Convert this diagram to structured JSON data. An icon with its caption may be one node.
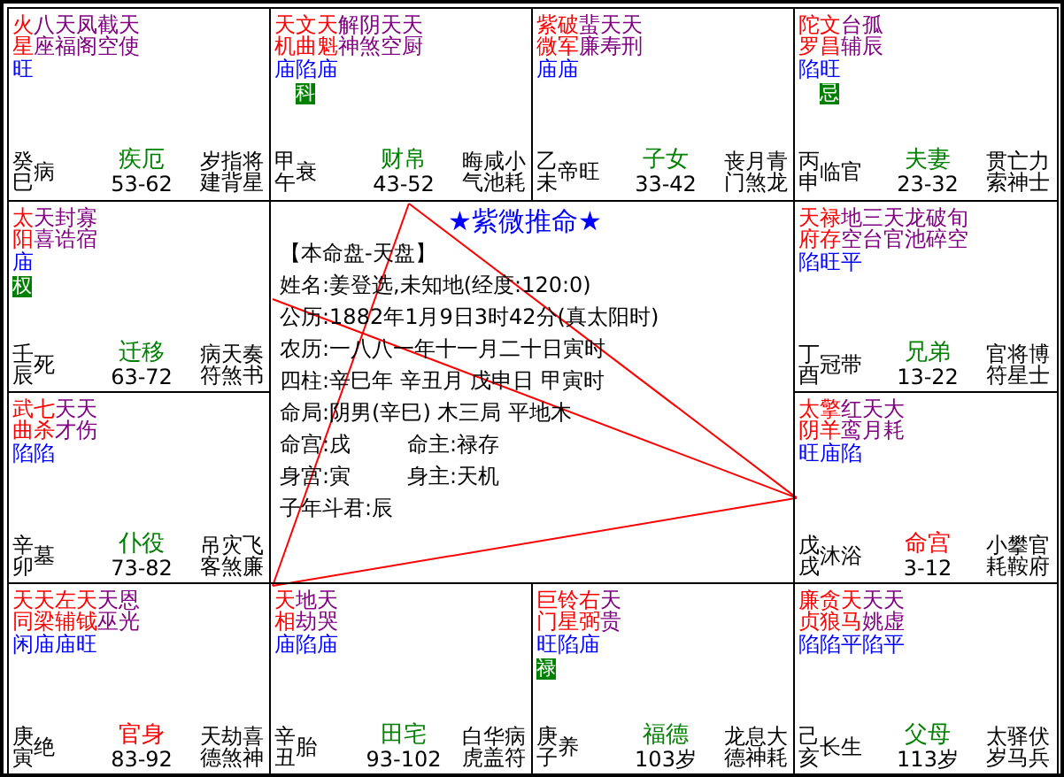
{
  "diagram": {
    "title": "★紫微推命★",
    "nodes": [
      {
        "text": [
          "火星",
          "八座",
          "天福",
          "凤阁",
          "截空",
          "天使",
          "旺",
          "癸巳",
          "病",
          "疾厄",
          "53-62",
          "岁建",
          "指背",
          "将星"
        ]
      },
      {
        "text": [
          "天机",
          "文曲",
          "天魁",
          "解神",
          "阴煞",
          "天空",
          "天厨",
          "庙陷庙",
          "科",
          "甲午",
          "衰",
          "财帛",
          "43-52",
          "晦气",
          "咸池",
          "小耗"
        ]
      },
      {
        "text": [
          "紫微",
          "破军",
          "蜚廉",
          "天寿",
          "天刑",
          "庙庙",
          "乙未",
          "帝旺",
          "子女",
          "33-42",
          "丧门",
          "月煞",
          "青龙"
        ]
      },
      {
        "text": [
          "陀罗",
          "文昌",
          "台辅",
          "孤辰",
          "陷旺",
          "忌",
          "丙申",
          "临官",
          "夫妻",
          "23-32",
          "贯索",
          "亡神",
          "力士"
        ]
      },
      {
        "text": [
          "太阳",
          "天喜",
          "封诰",
          "寡宿",
          "庙",
          "权",
          "壬辰",
          "死",
          "迁移",
          "63-72",
          "病符",
          "天煞",
          "奏书"
        ]
      },
      {
        "text": [
          "天府",
          "禄存",
          "地空",
          "三台",
          "天官",
          "龙池",
          "破碎",
          "旬空",
          "陷旺平",
          "丁酉",
          "冠带",
          "兄弟",
          "13-22",
          "官符",
          "将星",
          "博士"
        ]
      },
      {
        "text": [
          "武曲",
          "七杀",
          "天才",
          "天伤",
          "陷陷",
          "辛卯",
          "墓",
          "仆役",
          "73-82",
          "吊客",
          "灾煞",
          "飞廉"
        ]
      },
      {
        "text": [
          "太阴",
          "擎羊",
          "红鸾",
          "天月",
          "大耗",
          "旺庙陷",
          "戊戌",
          "沐浴",
          "命宫",
          "3-12",
          "小耗",
          "攀鞍",
          "官府"
        ]
      },
      {
        "text": [
          "天同",
          "天梁",
          "左辅",
          "天钺",
          "天巫",
          "恩光",
          "闲庙庙旺",
          "庚寅",
          "绝",
          "官身",
          "83-92",
          "天德",
          "劫煞",
          "喜神"
        ]
      },
      {
        "text": [
          "天相",
          "地劫",
          "天哭",
          "庙陷庙",
          "辛丑",
          "胎",
          "田宅",
          "93-102",
          "白虎",
          "华盖",
          "病符"
        ]
      },
      {
        "text": [
          "巨门",
          "铃星",
          "右弼",
          "天贵",
          "旺陷庙",
          "禄",
          "庚子",
          "养",
          "福德",
          "103岁",
          "龙德",
          "息神",
          "大耗"
        ]
      },
      {
        "text": [
          "廉贞",
          "贪狼",
          "天马",
          "天姚",
          "天虚",
          "陷陷平陷平",
          "己亥",
          "长生",
          "父母",
          "113岁",
          "太岁",
          "驿马",
          "伏兵"
        ]
      }
    ],
    "edges": [
      {
        "from": 7,
        "to": 1,
        "arrow": "none"
      },
      {
        "from": 7,
        "to": 4,
        "arrow": "none"
      },
      {
        "from": 7,
        "to": 8,
        "arrow": "none"
      },
      {
        "from": 1,
        "to": 8,
        "arrow": "none"
      }
    ],
    "labels": [
      "【本命盘-天盘】",
      "姓名:姜登选,未知地(经度:120:0)",
      "公历:1882年1月9日3时42分(真太阳时)",
      "农历:一八八一年十一月二十日寅时",
      "四柱:辛巳年 辛丑月 戊申日 甲寅时",
      "命局:阴男(辛巳) 木三局 平地木",
      "命宫:戌",
      "命主:禄存",
      "身宫:寅",
      "身主:天机",
      "子年斗君:辰"
    ]
  }
}
